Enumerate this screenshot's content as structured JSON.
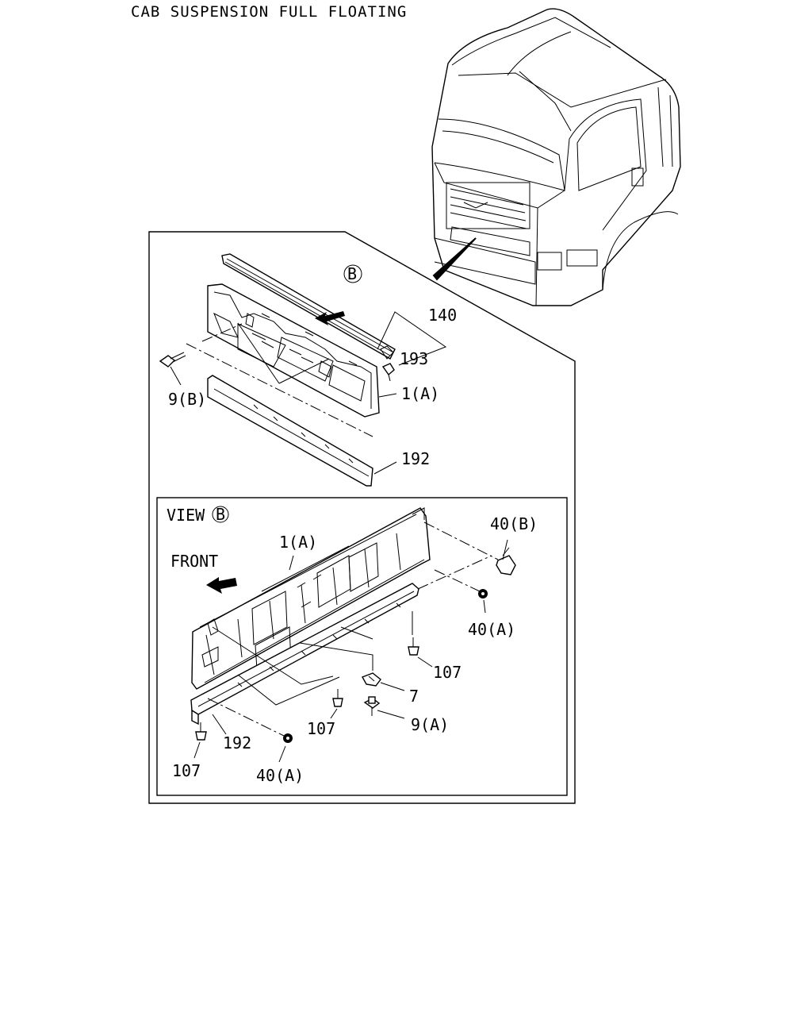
{
  "header": {
    "title": "CAB SUSPENSION FULL FLOATING"
  },
  "detail_top": {
    "view_marker": "B",
    "callouts": [
      "140",
      "193",
      "1(A)",
      "9(B)",
      "192"
    ]
  },
  "detail_view": {
    "title": "VIEW",
    "view_marker": "B",
    "front_label": "FRONT",
    "callouts": {
      "grille": "1(A)",
      "nut_b": "40(B)",
      "nut_a_right": "40(A)",
      "clip_right": "107",
      "bracket": "7",
      "screw": "9(A)",
      "clip_mid": "107",
      "lower_bar": "192",
      "clip_left": "107",
      "nut_a_bottom": "40(A)"
    }
  }
}
